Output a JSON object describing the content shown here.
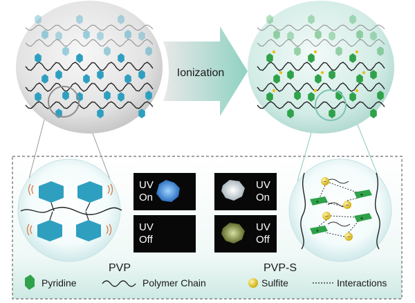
{
  "arrow_label": "Ionization",
  "panels": {
    "left_label": "PVP",
    "right_label": "PVP-S"
  },
  "photos": {
    "pvp_on": [
      "UV",
      "On"
    ],
    "pvp_off": [
      "UV",
      "Off"
    ],
    "pvps_on": [
      "UV",
      "On"
    ],
    "pvps_off": [
      "UV",
      "Off"
    ]
  },
  "legend": {
    "pyridine": "Pyridine",
    "polymer_chain": "Polymer Chain",
    "sulfite": "Sulfite",
    "interactions": "Interactions"
  },
  "colors": {
    "pyridine_neutral": "#2f9fc0",
    "pyridine_ionized": "#2fa24a",
    "sulfite": "#e2c21a",
    "uv_on_pvp": "#3a8fd8",
    "uv_on_pvps": "#d8e2e8",
    "uv_off_pvps": "#8a9a4a"
  },
  "icons": {
    "pyridine": "green-hexagon-icon",
    "polymer_chain": "wavy-line-icon",
    "sulfite": "yellow-sphere-icon",
    "interactions": "dotted-line-icon"
  }
}
